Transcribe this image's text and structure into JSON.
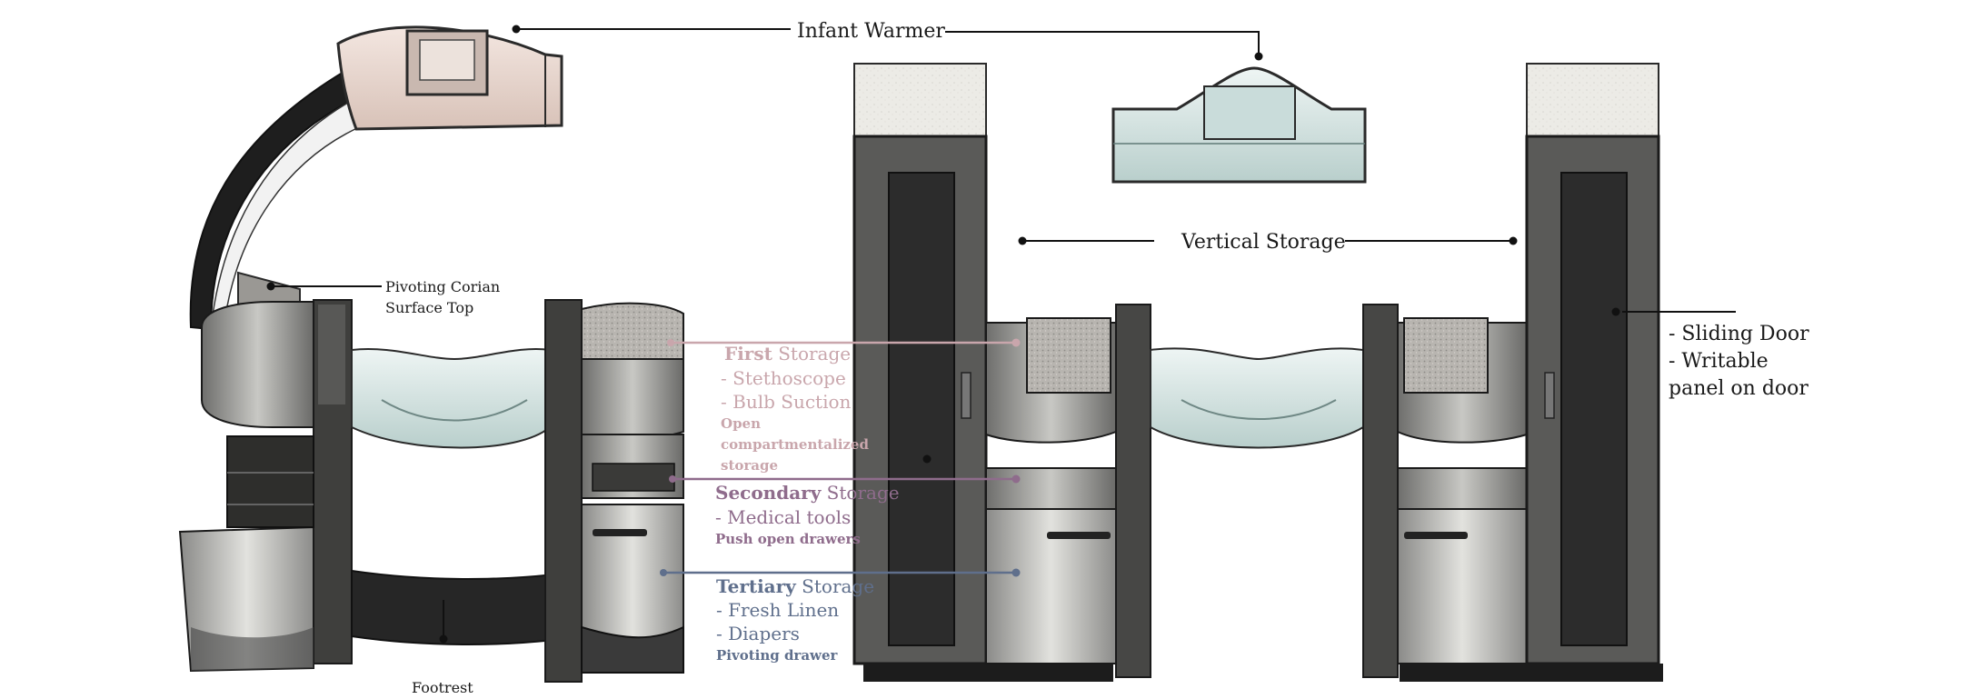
{
  "colors": {
    "first": "#c9a6ac",
    "secondary": "#8f6c8c",
    "tertiary": "#5f6f8c",
    "text": "#1a1a1a",
    "body_dark": "#3a3a3a",
    "body_mid": "#8a8a88",
    "glass": "#d4e4e2",
    "corian": "#e8d8d2"
  },
  "labels": {
    "infant_warmer": "Infant Warmer",
    "vertical_storage": "Vertical Storage",
    "pivoting_top_line1": "Pivoting Corian",
    "pivoting_top_line2": "Surface Top",
    "footrest": "Footrest",
    "sliding_door": "- Sliding Door",
    "writable_line1": "- Writable",
    "writable_line2": "panel on door"
  },
  "first_storage": {
    "title_bold": "First",
    "title_rest": " Storage",
    "items": [
      "- Stethoscope",
      "- Bulb Suction"
    ],
    "note_lines": [
      "Open",
      "compartmentalized",
      "storage"
    ]
  },
  "secondary_storage": {
    "title_bold": "Secondary",
    "title_rest": " Storage",
    "items": [
      "- Medical tools"
    ],
    "note": "Push open drawers"
  },
  "tertiary_storage": {
    "title_bold": "Tertiary",
    "title_rest": " Storage",
    "items": [
      "- Fresh Linen",
      "- Diapers"
    ],
    "note": "Pivoting drawer"
  }
}
